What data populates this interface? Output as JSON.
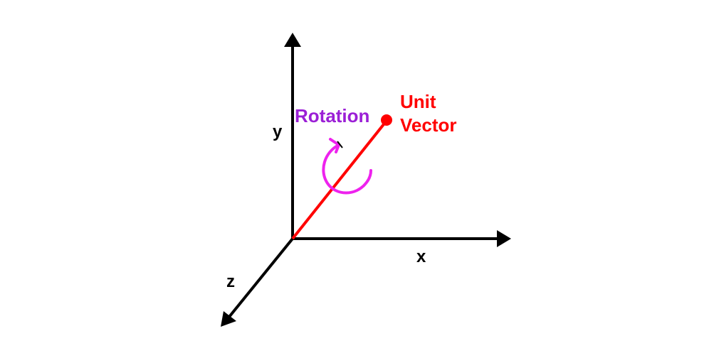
{
  "labels": {
    "axis_y": "y",
    "axis_x": "x",
    "axis_z": "z",
    "rotation": "Rotation",
    "unit_vector_line1": "Unit",
    "unit_vector_line2": "Vector"
  },
  "colors": {
    "axes": "#000000",
    "unit_vector": "#ff0000",
    "rotation_label": "#9b1fd6",
    "rotation_arrow": "#ee22ee",
    "background": "#ffffff"
  }
}
